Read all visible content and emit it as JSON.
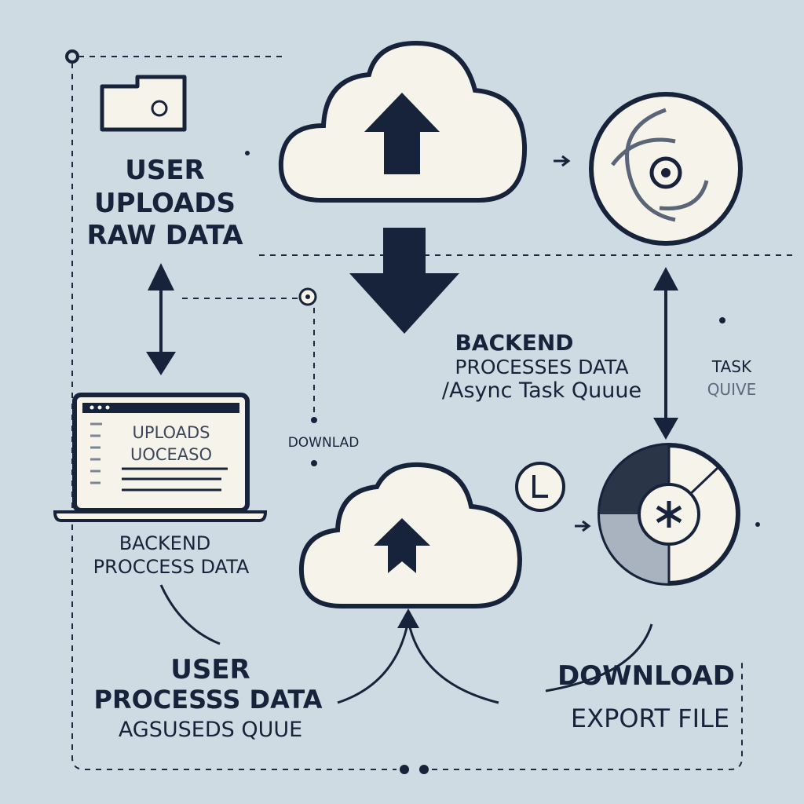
{
  "colors": {
    "background": "#cfdbe3",
    "ink": "#16233a",
    "paper": "#f6f3ea"
  },
  "labels": {
    "user_uploads": [
      "USER",
      "UPLOADS",
      "RAW DATA"
    ],
    "backend_async": [
      "BACKEND",
      "PROCESSES DATA",
      "/Async Task Quuue"
    ],
    "task_queue": [
      "TASK",
      "QUIVE"
    ],
    "laptop_screen": [
      "UPLOADS",
      "UOCEASO"
    ],
    "download_small": "DOWNLAD",
    "backend_process": [
      "BACKEND",
      "PROCCESS DATA"
    ],
    "user_process": [
      "USER",
      "PROCESSS DATA",
      "AGSUSEDS QUUE"
    ],
    "download_export": [
      "DOWNLOAD",
      "EXPORT FILE"
    ]
  },
  "icons": [
    "folder-icon",
    "upload-cloud-icon",
    "down-arrow-icon",
    "disc-icon",
    "double-arrow-icon",
    "laptop-icon",
    "clock-icon",
    "download-cloud-icon",
    "pie-chart-icon"
  ]
}
